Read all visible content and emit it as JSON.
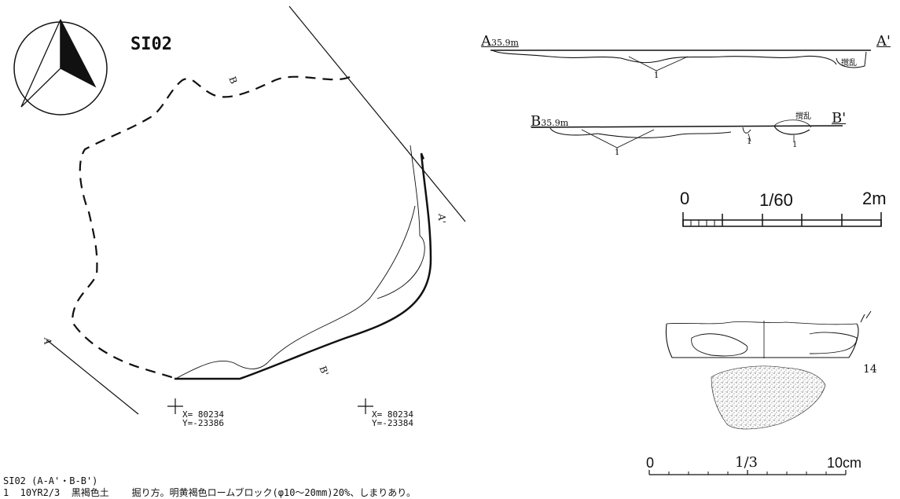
{
  "feature": {
    "title": "SI02",
    "coords": [
      {
        "x": "X= 80234",
        "y": "Y=-23386"
      },
      {
        "x": "X= 80234",
        "y": "Y=-23384"
      }
    ],
    "plan_labels": {
      "b": "B",
      "a_prime": "A'",
      "b_prime": "B'",
      "a": "A"
    }
  },
  "sections": {
    "a": {
      "start": "A",
      "elev": "35.9m",
      "end": "A'",
      "disturbance": "撹乱",
      "layer": "1"
    },
    "b": {
      "start": "B",
      "elev": "35.9m",
      "end": "B'",
      "disturbance": "撹乱",
      "layer": "1"
    }
  },
  "scale_bars": {
    "plan": {
      "start": "0",
      "ratio": "1/60",
      "end": "2m"
    },
    "artifact": {
      "start": "0",
      "ratio": "1/3",
      "end": "10cm"
    }
  },
  "artifact": {
    "number": "14"
  },
  "caption": {
    "header": "SI02 (A-A'・B-B')",
    "row": "1  10YR2/3  黒褐色土    掘り方。明黄褐色ロームブロック(φ10～20mm)20%、しまりあり。"
  }
}
